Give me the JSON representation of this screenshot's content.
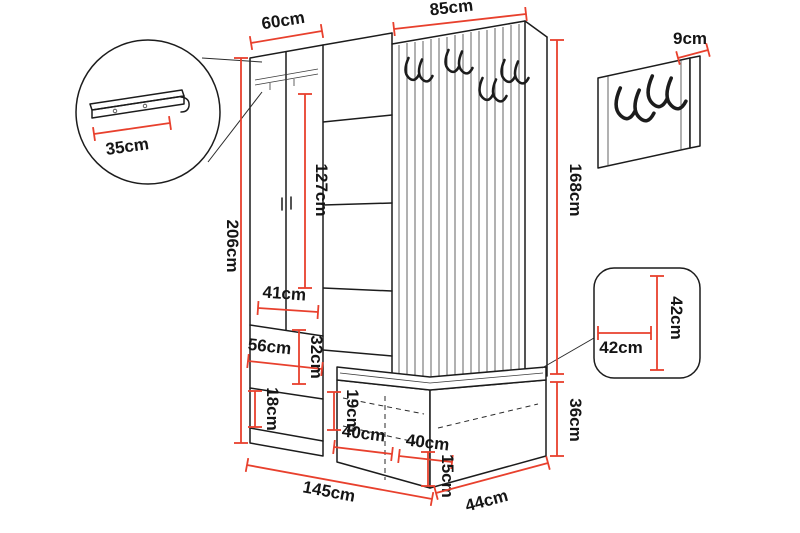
{
  "diagram": {
    "type": "furniture-dimension-diagram",
    "subject": "hallway wardrobe set with coat-rack panel, bench and wall hook panel",
    "unit": "cm",
    "colors": {
      "dimension_line": "#e8402d",
      "outline": "#1c1c1c",
      "background": "#ffffff"
    },
    "labels": {
      "wardrobe_width": "60cm",
      "panel_width": "85cm",
      "wall_panel_depth": "9cm",
      "rail_width": "35cm",
      "total_height": "206cm",
      "hanging_height": "127cm",
      "inner_width": "41cm",
      "shoe_cabinet_width": "56cm",
      "shelf_height": "32cm",
      "drawer_height": "18cm",
      "bench_opening_height": "19cm",
      "bench_compartment_left": "40cm",
      "bench_compartment_right": "40cm",
      "total_width": "145cm",
      "plinth_height": "15cm",
      "bench_depth": "44cm",
      "bench_height": "36cm",
      "panel_height": "168cm",
      "seat_depth": "42cm",
      "seat_width": "42cm"
    }
  }
}
